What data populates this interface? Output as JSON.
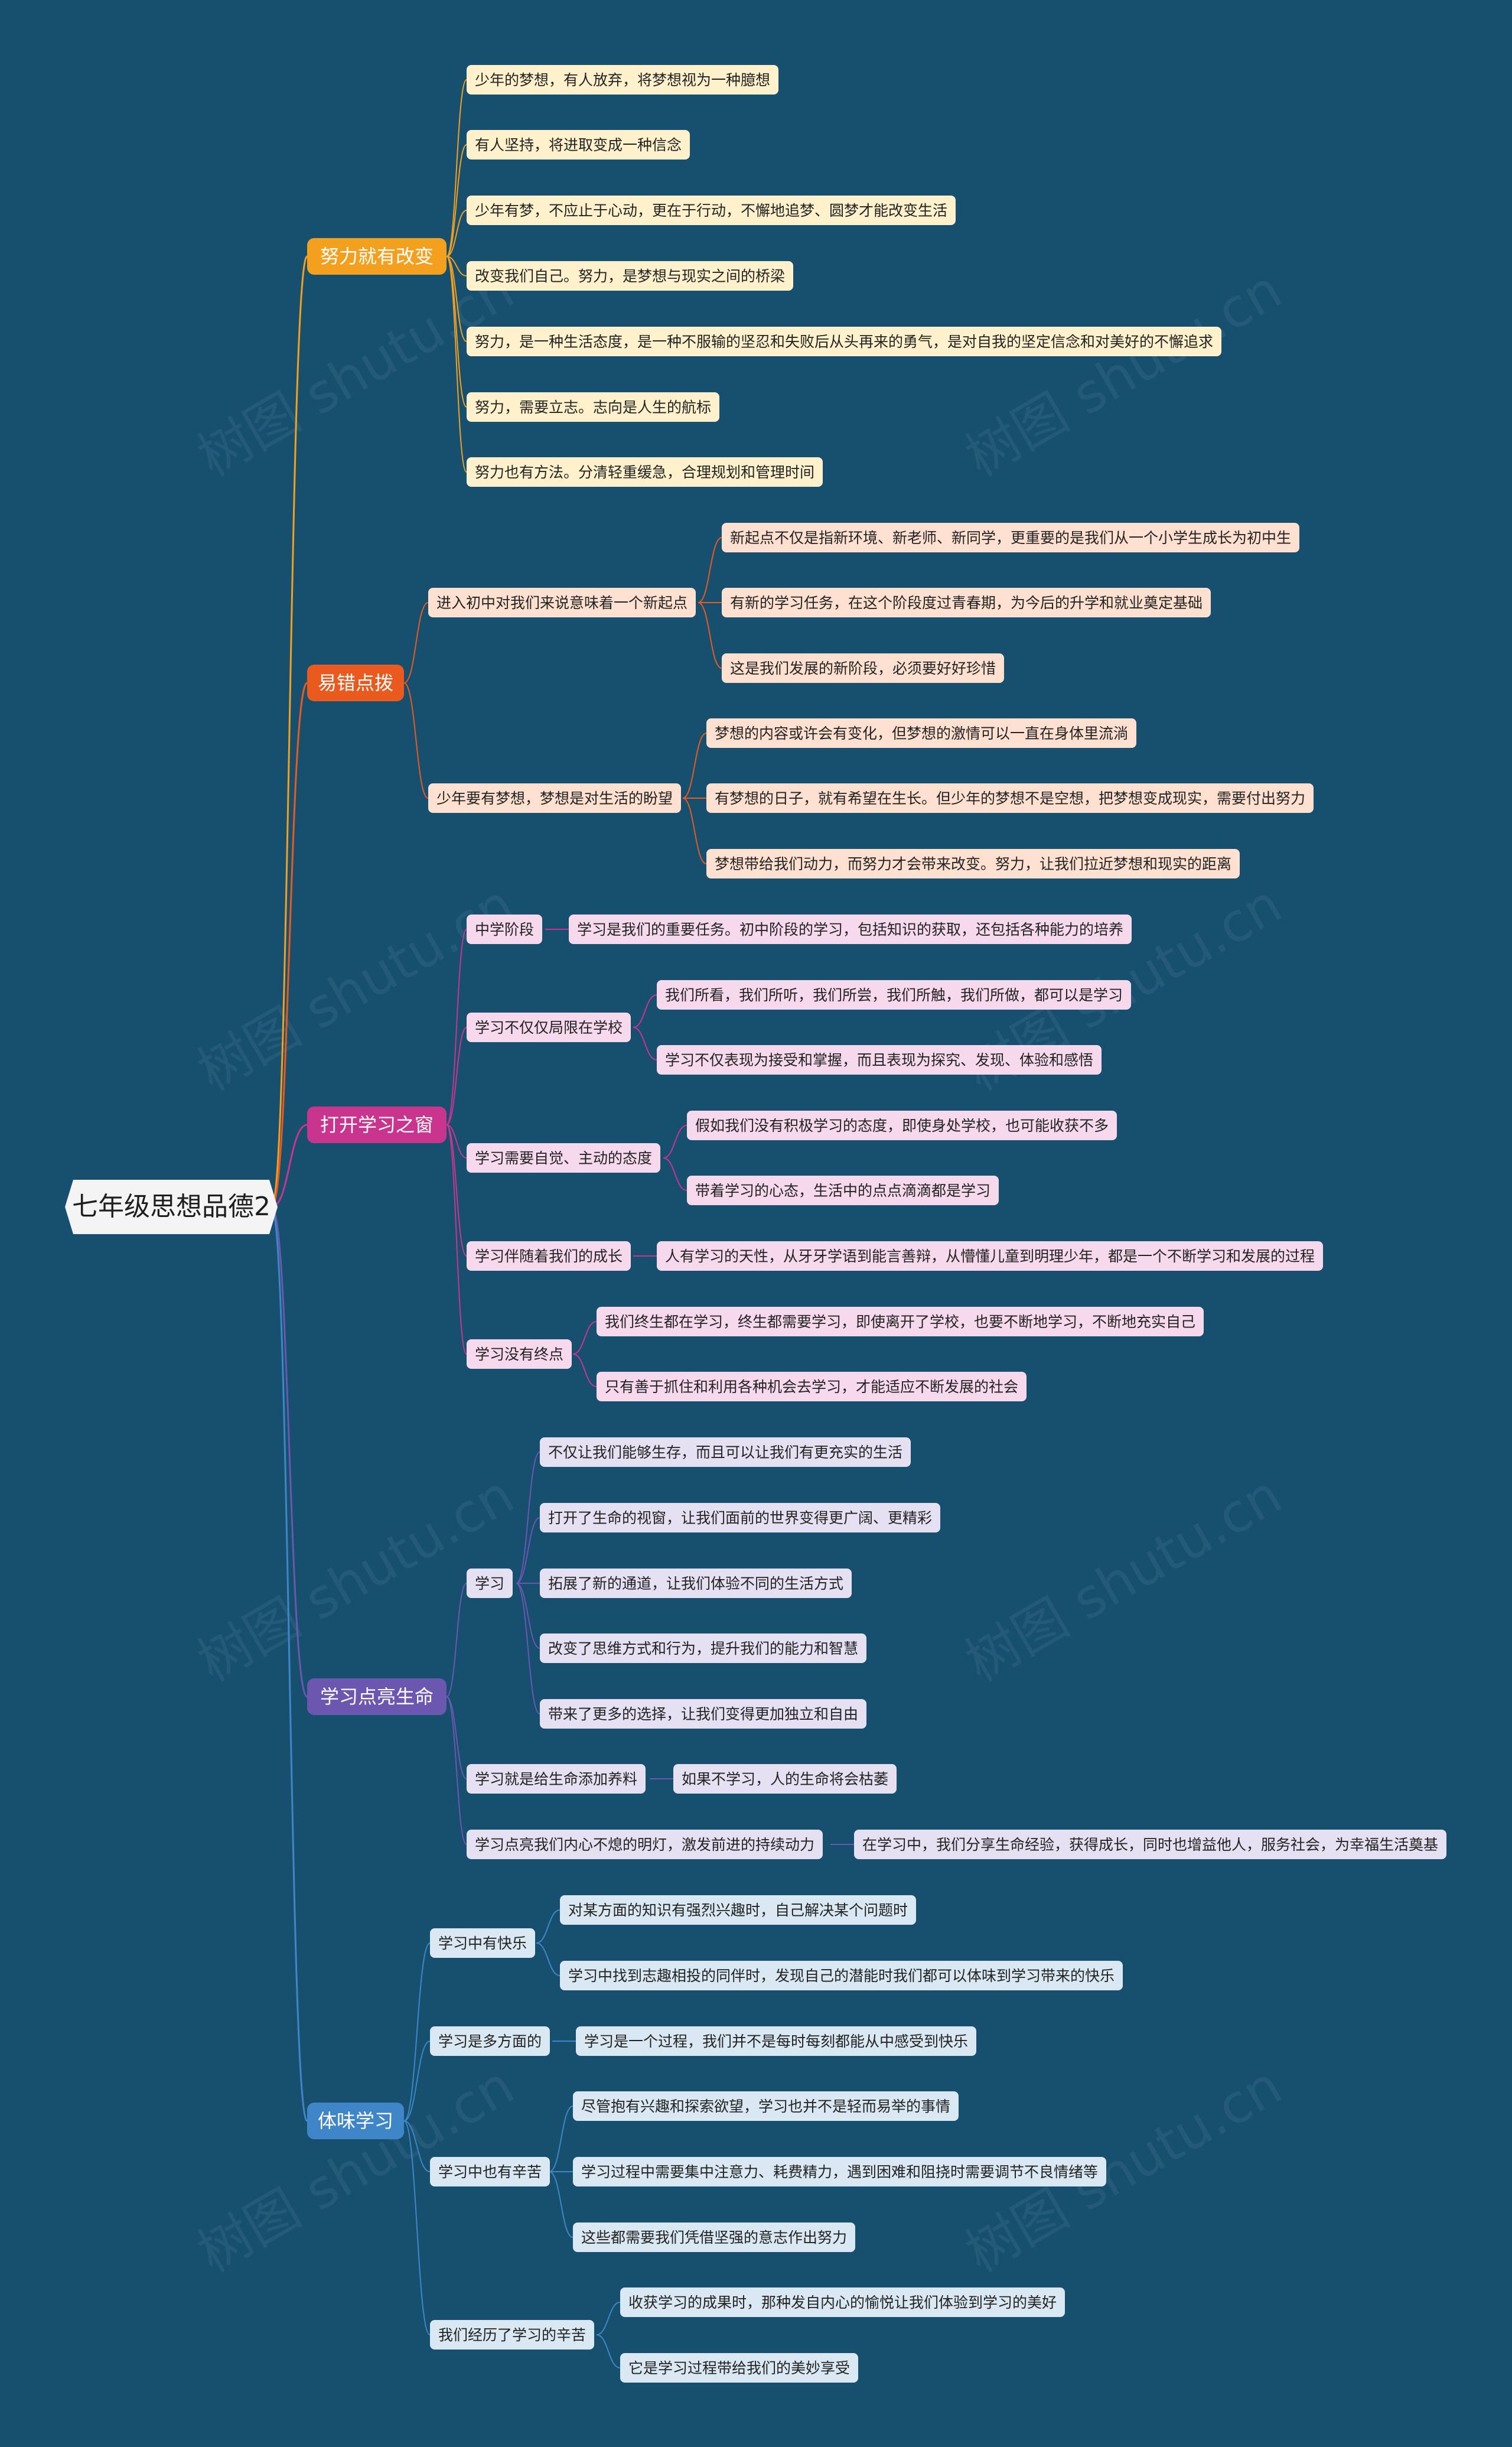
{
  "root": {
    "label": "七年级思想品德2"
  },
  "watermark": "树图 shutu.cn",
  "colors": {
    "background": "#17506f",
    "branch1": "#f3a01f",
    "branch2": "#ea5a1f",
    "branch3": "#c9348f",
    "branch4": "#6b57b0",
    "branch5": "#3e86c8"
  },
  "branches": [
    {
      "label": "努力就有改变",
      "children": [
        {
          "label": "少年的梦想，有人放弃，将梦想视为一种臆想"
        },
        {
          "label": "有人坚持，将进取变成一种信念"
        },
        {
          "label": "少年有梦，不应止于心动，更在于行动，不懈地追梦、圆梦才能改变生活"
        },
        {
          "label": "改变我们自己。努力，是梦想与现实之间的桥梁"
        },
        {
          "label": "努力，是一种生活态度，是一种不服输的坚忍和失败后从头再来的勇气，是对自我的坚定信念和对美好的不懈追求"
        },
        {
          "label": "努力，需要立志。志向是人生的航标"
        },
        {
          "label": "努力也有方法。分清轻重缓急，合理规划和管理时间"
        }
      ]
    },
    {
      "label": "易错点拨",
      "children": [
        {
          "label": "进入初中对我们来说意味着一个新起点",
          "children": [
            {
              "label": "新起点不仅是指新环境、新老师、新同学，更重要的是我们从一个小学生成长为初中生"
            },
            {
              "label": "有新的学习任务，在这个阶段度过青春期，为今后的升学和就业奠定基础"
            },
            {
              "label": "这是我们发展的新阶段，必须要好好珍惜"
            }
          ]
        },
        {
          "label": "少年要有梦想，梦想是对生活的盼望",
          "children": [
            {
              "label": "梦想的内容或许会有变化，但梦想的激情可以一直在身体里流淌"
            },
            {
              "label": "有梦想的日子，就有希望在生长。但少年的梦想不是空想，把梦想变成现实，需要付出努力"
            },
            {
              "label": "梦想带给我们动力，而努力才会带来改变。努力，让我们拉近梦想和现实的距离"
            }
          ]
        }
      ]
    },
    {
      "label": "打开学习之窗",
      "children": [
        {
          "label": "中学阶段",
          "children": [
            {
              "label": "学习是我们的重要任务。初中阶段的学习，包括知识的获取，还包括各种能力的培养"
            }
          ]
        },
        {
          "label": "学习不仅仅局限在学校",
          "children": [
            {
              "label": "我们所看，我们所听，我们所尝，我们所触，我们所做，都可以是学习"
            },
            {
              "label": "学习不仅表现为接受和掌握，而且表现为探究、发现、体验和感悟"
            }
          ]
        },
        {
          "label": "学习需要自觉、主动的态度",
          "children": [
            {
              "label": "假如我们没有积极学习的态度，即使身处学校，也可能收获不多"
            },
            {
              "label": "带着学习的心态，生活中的点点滴滴都是学习"
            }
          ]
        },
        {
          "label": "学习伴随着我们的成长",
          "children": [
            {
              "label": "人有学习的天性，从牙牙学语到能言善辩，从懵懂儿童到明理少年，都是一个不断学习和发展的过程"
            }
          ]
        },
        {
          "label": "学习没有终点",
          "children": [
            {
              "label": "我们终生都在学习，终生都需要学习，即使离开了学校，也要不断地学习，不断地充实自己"
            },
            {
              "label": "只有善于抓住和利用各种机会去学习，才能适应不断发展的社会"
            }
          ]
        }
      ]
    },
    {
      "label": "学习点亮生命",
      "children": [
        {
          "label": "学习",
          "children": [
            {
              "label": "不仅让我们能够生存，而且可以让我们有更充实的生活"
            },
            {
              "label": "打开了生命的视窗，让我们面前的世界变得更广阔、更精彩"
            },
            {
              "label": "拓展了新的通道，让我们体验不同的生活方式"
            },
            {
              "label": "改变了思维方式和行为，提升我们的能力和智慧"
            },
            {
              "label": "带来了更多的选择，让我们变得更加独立和自由"
            }
          ]
        },
        {
          "label": "学习就是给生命添加养料",
          "children": [
            {
              "label": "如果不学习，人的生命将会枯萎"
            }
          ]
        },
        {
          "label": "学习点亮我们内心不熄的明灯，激发前进的持续动力",
          "children": [
            {
              "label": "在学习中，我们分享生命经验，获得成长，同时也增益他人，服务社会，为幸福生活奠基"
            }
          ]
        }
      ]
    },
    {
      "label": "体味学习",
      "children": [
        {
          "label": "学习中有快乐",
          "children": [
            {
              "label": "对某方面的知识有强烈兴趣时，自己解决某个问题时"
            },
            {
              "label": "学习中找到志趣相投的同伴时，发现自己的潜能时我们都可以体味到学习带来的快乐"
            }
          ]
        },
        {
          "label": "学习是多方面的",
          "children": [
            {
              "label": "学习是一个过程，我们并不是每时每刻都能从中感受到快乐"
            }
          ]
        },
        {
          "label": "学习中也有辛苦",
          "children": [
            {
              "label": "尽管抱有兴趣和探索欲望，学习也并不是轻而易举的事情"
            },
            {
              "label": "学习过程中需要集中注意力、耗费精力，遇到困难和阻挠时需要调节不良情绪等"
            },
            {
              "label": "这些都需要我们凭借坚强的意志作出努力"
            }
          ]
        },
        {
          "label": "我们经历了学习的辛苦",
          "children": [
            {
              "label": "收获学习的成果时，那种发自内心的愉悦让我们体验到学习的美好"
            },
            {
              "label": "它是学习过程带给我们的美妙享受"
            }
          ]
        }
      ]
    }
  ]
}
